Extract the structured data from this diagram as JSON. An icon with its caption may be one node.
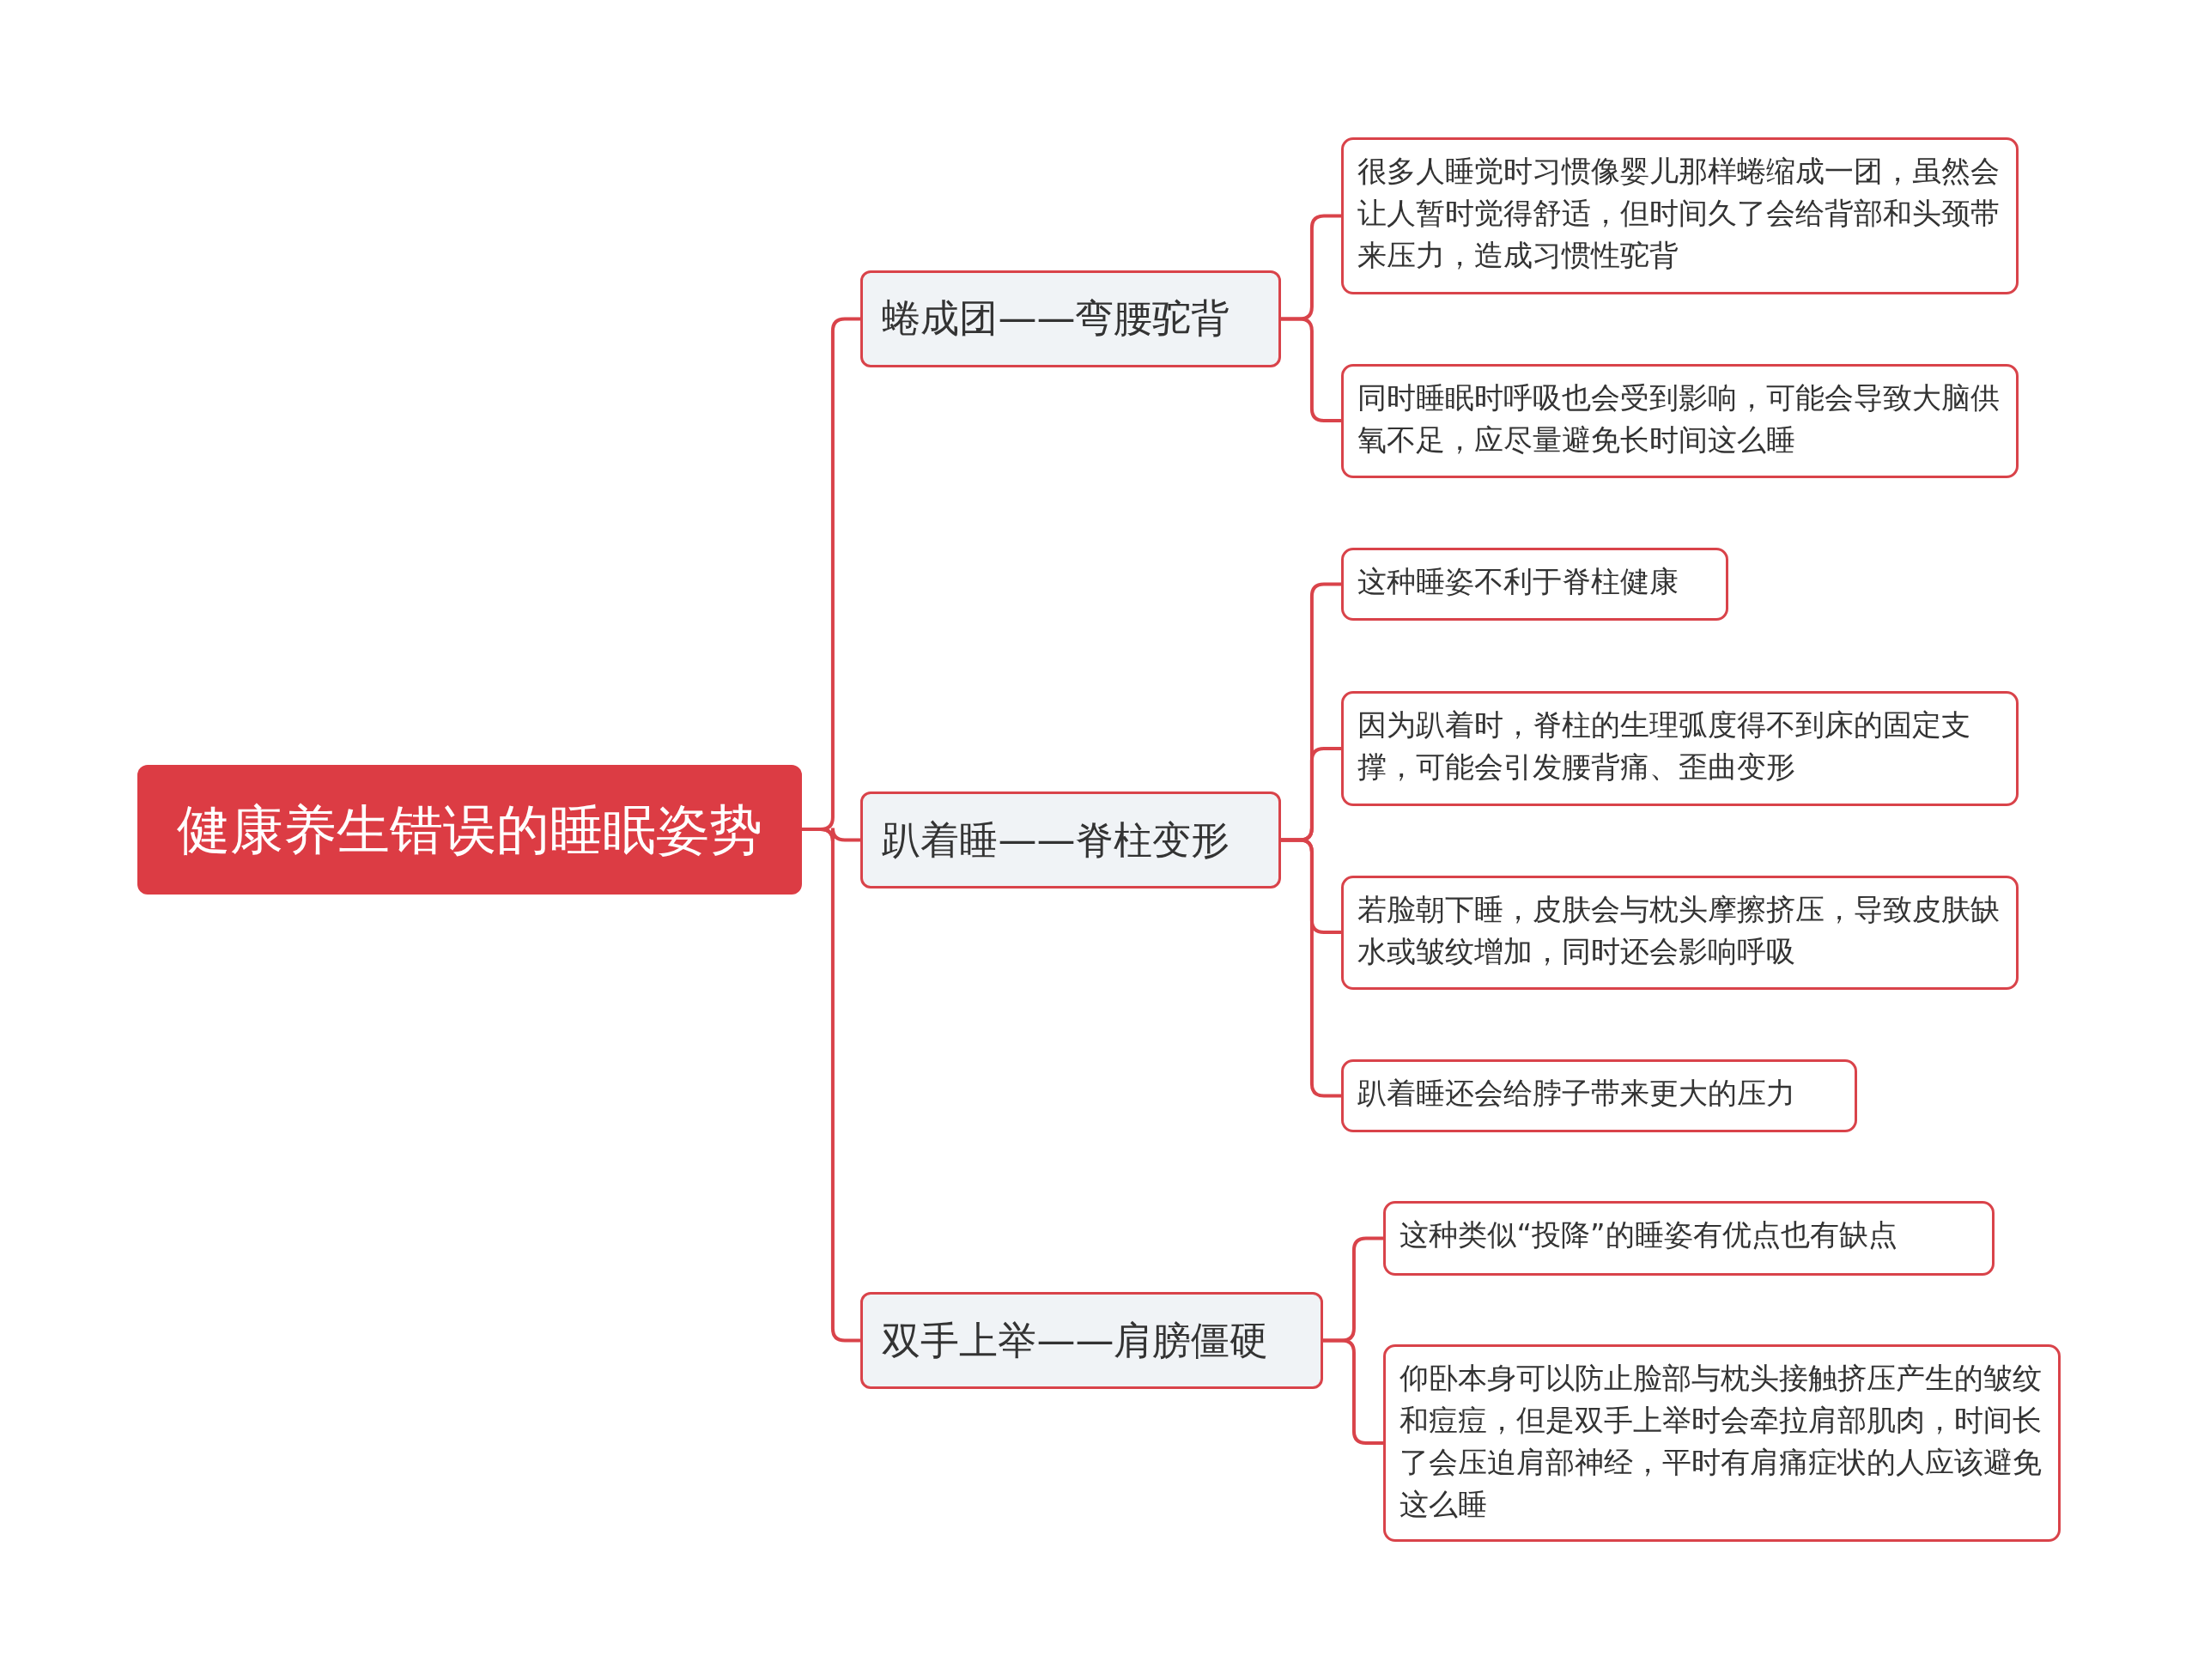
{
  "diagram": {
    "nodes": [
      {
        "text": [
          "健康养生错误的睡眠姿势"
        ]
      },
      {
        "text": [
          "蜷成团——弯腰驼背"
        ]
      },
      {
        "text": [
          "趴着睡——脊柱变形"
        ]
      },
      {
        "text": [
          "双手上举——肩膀僵硬"
        ]
      },
      {
        "text": [
          "很多人睡觉时习惯像婴儿那样蜷缩成一团，虽然会让人暂时觉得舒适，但时间久了会给背部和头颈带来压力，造成习惯性驼背"
        ]
      },
      {
        "text": [
          "同时睡眠时呼吸也会受到影响，可能会导致大脑供氧不足，应尽量避免长时间这么睡"
        ]
      },
      {
        "text": [
          "这种睡姿不利于脊柱健康"
        ]
      },
      {
        "text": [
          "因为趴着时，脊柱的生理弧度得不到床的固定支撑，可能会引发腰背痛、歪曲变形"
        ]
      },
      {
        "text": [
          "若脸朝下睡，皮肤会与枕头摩擦挤压，导致皮肤缺水或皱纹增加，同时还会影响呼吸"
        ]
      },
      {
        "text": [
          "趴着睡还会给脖子带来更大的压力"
        ]
      },
      {
        "text": [
          "这种类似“投降”的睡姿有优点也有缺点"
        ]
      },
      {
        "text": [
          "仰卧本身可以防止脸部与枕头接触挤压产生的皱纹和痘痘，但是双手上举时会牵拉肩部肌肉，时间长了会压迫肩部神经，平时有肩痛症状的人应该避免这么睡"
        ]
      }
    ],
    "edges": [
      {
        "from": 0,
        "to": 1,
        "arrow": "none"
      },
      {
        "from": 0,
        "to": 2,
        "arrow": "none"
      },
      {
        "from": 0,
        "to": 3,
        "arrow": "none"
      },
      {
        "from": 1,
        "to": 4,
        "arrow": "none"
      },
      {
        "from": 1,
        "to": 5,
        "arrow": "none"
      },
      {
        "from": 2,
        "to": 6,
        "arrow": "none"
      },
      {
        "from": 2,
        "to": 7,
        "arrow": "none"
      },
      {
        "from": 2,
        "to": 8,
        "arrow": "none"
      },
      {
        "from": 2,
        "to": 9,
        "arrow": "none"
      },
      {
        "from": 3,
        "to": 10,
        "arrow": "none"
      },
      {
        "from": 3,
        "to": 11,
        "arrow": "none"
      }
    ]
  }
}
